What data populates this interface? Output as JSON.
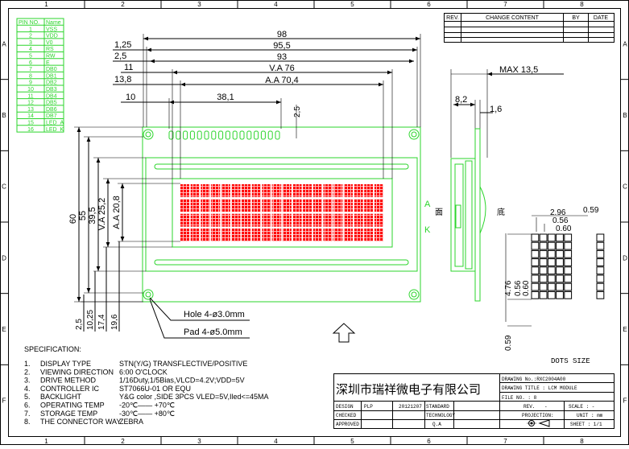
{
  "border": {
    "cols": [
      "1",
      "2",
      "3",
      "4",
      "5",
      "6",
      "7",
      "8"
    ],
    "rows": [
      "A",
      "B",
      "C",
      "D",
      "E",
      "F"
    ]
  },
  "pins": {
    "header": [
      "PIN NO.",
      "Name"
    ],
    "rows": [
      [
        "1",
        "VSS"
      ],
      [
        "2",
        "VDD"
      ],
      [
        "3",
        "V0"
      ],
      [
        "4",
        "RS"
      ],
      [
        "5",
        "RW"
      ],
      [
        "6",
        "E"
      ],
      [
        "7",
        "DB0"
      ],
      [
        "8",
        "DB1"
      ],
      [
        "9",
        "DB2"
      ],
      [
        "10",
        "DB3"
      ],
      [
        "11",
        "DB4"
      ],
      [
        "12",
        "DB5"
      ],
      [
        "13",
        "DB6"
      ],
      [
        "14",
        "DB7"
      ],
      [
        "15",
        "LED_A"
      ],
      [
        "16",
        "LED_K"
      ]
    ]
  },
  "revision_table": {
    "headers": [
      "REV.",
      "CHANGE CONTENT",
      "BY",
      "DATE"
    ]
  },
  "dims": {
    "w98": "98",
    "w95_5": "95,5",
    "w93": "93",
    "va76": "V.A 76",
    "aa70": "A.A 70,4",
    "d1_25": "1,25",
    "d2_5": "2,5",
    "d11": "11",
    "d13_8": "13,8",
    "d10": "10",
    "d38_1": "38,1",
    "d2_5v": "2,5",
    "h60": "60",
    "h55": "55",
    "h39_5": "39,5",
    "va25": "V.A 25,2",
    "aa20": "A.A 20,8",
    "b2_5": "2,5",
    "b10_25": "10,25",
    "b17_4": "17,4",
    "b19_6": "19,6",
    "max13_5": "MAX 13,5",
    "s8_2": "8,2",
    "s1_6": "1,6",
    "hole": "Hole 4-ø3.0mm",
    "pad": "Pad 4-ø5.0mm",
    "anode": "A",
    "cathode": "K",
    "face": "面",
    "bottom": "底"
  },
  "dots": {
    "title": "DOTS SIZE",
    "d2_96": "2.96",
    "d0_56": "0.56",
    "d0_60": "0.60",
    "d0_59": "0.59",
    "v4_76": "4.76",
    "v0_56": "0.56",
    "v0_60": "0.60",
    "v0_59": "0.59"
  },
  "spec": {
    "title": "SPECIFICATION:",
    "items": [
      {
        "n": "1.",
        "k": "DISPLAY TYPE",
        "v": "STN(Y/G) TRANSFLECTIVE/POSITIVE"
      },
      {
        "n": "2.",
        "k": "VIEWING DIRECTION",
        "v": "6:00 O'CLOCK"
      },
      {
        "n": "3.",
        "k": "DRIVE METHOD",
        "v": "1/16Duty,1/5Bias,VLCD=4.2V;VDD=5V"
      },
      {
        "n": "4.",
        "k": "CONTROLLER IC",
        "v": "ST7066U-01  OR EQU"
      },
      {
        "n": "5.",
        "k": "BACKLIGHT",
        "v": "Y&G color ,SIDE 3PCS VLED=5V,Iled<=45MA"
      },
      {
        "n": "6.",
        "k": "OPERATING TEMP",
        "v": "-20℃——  +70℃"
      },
      {
        "n": "7.",
        "k": "STORAGE TEMP",
        "v": "-30℃——  +80℃"
      },
      {
        "n": "8.",
        "k": "THE CONNECTOR WAY",
        "v": "ZEBRA"
      }
    ]
  },
  "title_block": {
    "company": "深圳市瑞祥微电子有限公司",
    "drawing_no": "DRAWING No.:RXC2004A00",
    "drawing_title": "DRAWING TITLE : LCM MODULE",
    "file_no": "FILE NO. : 8",
    "design": "DESIGN",
    "design_by": "PLP",
    "date": "20121207",
    "standard": "STANDARD",
    "checked": "CHECKED",
    "technology": "TECHNOLOGY",
    "approved": "APPROVED",
    "qa": "Q.A",
    "rev": "REV.",
    "rev_val": "-",
    "scale": "SCALE : -",
    "projection": "PROJECTION:",
    "unit": "UNIT : mm",
    "sheet": "SHEET : 1/1"
  }
}
